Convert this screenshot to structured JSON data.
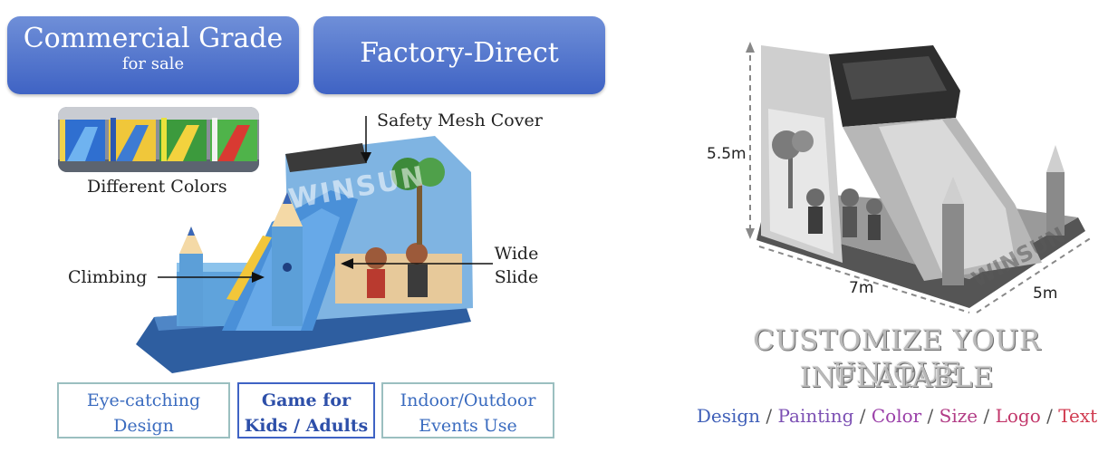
{
  "badges": {
    "commercial_title": "Commercial Grade",
    "commercial_sub": "for sale",
    "factory": "Factory-Direct"
  },
  "callouts": {
    "safety_mesh": "Safety Mesh Cover",
    "different_colors": "Different Colors",
    "climbing": "Climbing",
    "wide_slide_line1": "Wide",
    "wide_slide_line2": "Slide"
  },
  "watermark": "WINSUN",
  "features": [
    {
      "line1": "Eye-catching",
      "line2": "Design"
    },
    {
      "line1": "Game for",
      "line2": "Kids / Adults"
    },
    {
      "line1": "Indoor/Outdoor",
      "line2": "Events Use"
    }
  ],
  "dimensions": {
    "height": "5.5m",
    "length": "7m",
    "width": "5m"
  },
  "headline": {
    "line1": "CUSTOMIZE YOUR UNIQUE",
    "line2": "INFLATABLE"
  },
  "options": [
    {
      "label": "Design",
      "color": "#3f5fb8"
    },
    {
      "label": "Painting",
      "color": "#7b4fb3"
    },
    {
      "label": "Color",
      "color": "#9a3fa8"
    },
    {
      "label": "Size",
      "color": "#b23d86"
    },
    {
      "label": "Logo",
      "color": "#c2366a"
    },
    {
      "label": "Text",
      "color": "#d03a4f"
    }
  ],
  "separator": " / "
}
